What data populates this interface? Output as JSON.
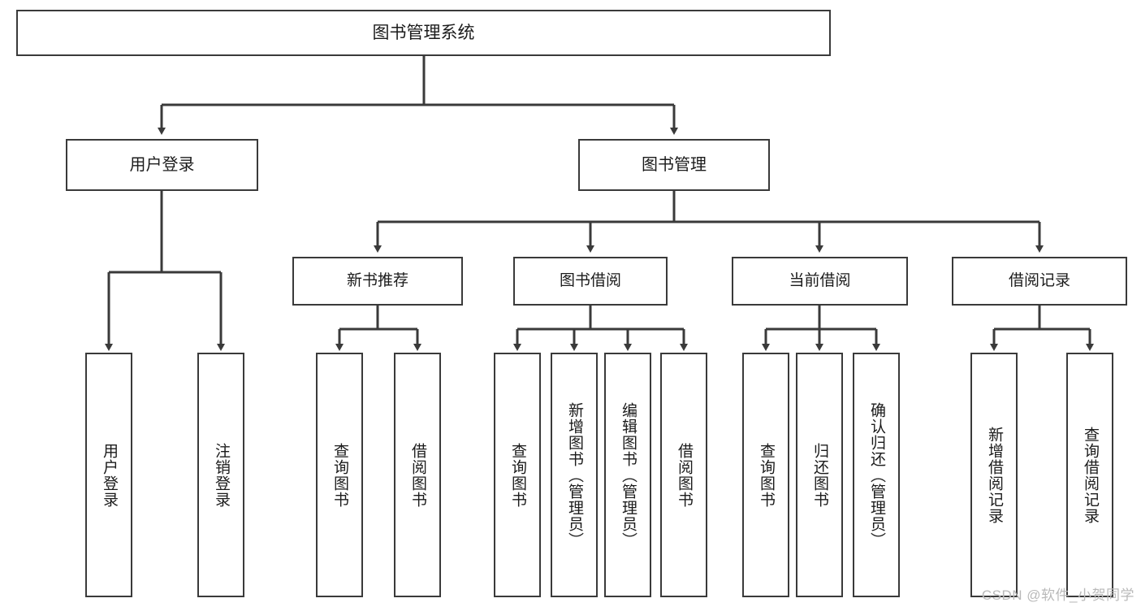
{
  "diagram": {
    "type": "tree-hierarchy",
    "title": "图书管理系统",
    "watermark": "CSDN @软件_小贺同学",
    "colors": {
      "stroke": "#3a3a3a",
      "fill": "#ffffff",
      "text": "#1b1b1b",
      "watermark": "#b9b9b9"
    },
    "nodes": {
      "root": {
        "label": "图书管理系统"
      },
      "level2": [
        {
          "id": "user-login",
          "label": "用户登录"
        },
        {
          "id": "book-manage",
          "label": "图书管理"
        }
      ],
      "level3": [
        {
          "id": "new-book-rec",
          "label": "新书推荐"
        },
        {
          "id": "book-borrow",
          "label": "图书借阅"
        },
        {
          "id": "current-borrow",
          "label": "当前借阅"
        },
        {
          "id": "borrow-record",
          "label": "借阅记录"
        }
      ],
      "leaves": {
        "user-login": [
          {
            "id": "leaf-user-login",
            "label": "用户登录"
          },
          {
            "id": "leaf-logout",
            "label": "注销登录"
          }
        ],
        "new-book-rec": [
          {
            "id": "leaf-query-book-1",
            "label": "查询图书"
          },
          {
            "id": "leaf-borrow-book-1",
            "label": "借阅图书"
          }
        ],
        "book-borrow": [
          {
            "id": "leaf-query-book-2",
            "label": "查询图书"
          },
          {
            "id": "leaf-add-book",
            "label": "新增图书（管理员）"
          },
          {
            "id": "leaf-edit-book",
            "label": "编辑图书（管理员）"
          },
          {
            "id": "leaf-borrow-book-2",
            "label": "借阅图书"
          }
        ],
        "current-borrow": [
          {
            "id": "leaf-query-book-3",
            "label": "查询图书"
          },
          {
            "id": "leaf-return-book",
            "label": "归还图书"
          },
          {
            "id": "leaf-confirm-return",
            "label": "确认归还（管理员）"
          }
        ],
        "borrow-record": [
          {
            "id": "leaf-add-record",
            "label": "新增借阅记录"
          },
          {
            "id": "leaf-query-record",
            "label": "查询借阅记录"
          }
        ]
      }
    }
  }
}
